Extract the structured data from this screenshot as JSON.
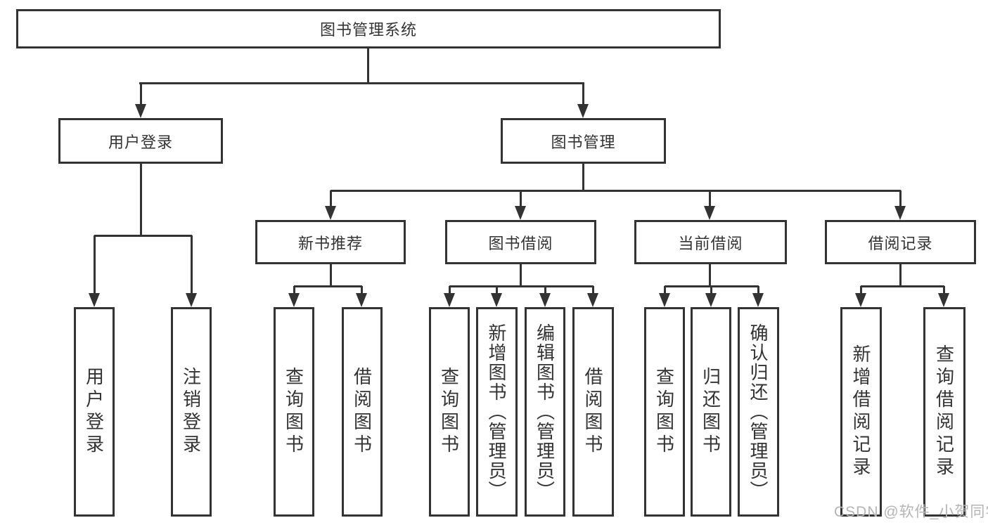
{
  "diagram": {
    "root": {
      "label": "图书管理系统"
    },
    "level2": [
      {
        "label": "用户登录"
      },
      {
        "label": "图书管理"
      }
    ],
    "level3": [
      {
        "label": "新书推荐"
      },
      {
        "label": "图书借阅"
      },
      {
        "label": "当前借阅"
      },
      {
        "label": "借阅记录"
      }
    ],
    "leaves": {
      "user_login": [
        "用户登录",
        "注销登录"
      ],
      "new_book": [
        "查询图书",
        "借阅图书"
      ],
      "book_borrow": [
        "查询图书",
        "新增图书（管理员）",
        "编辑图书（管理员）",
        "借阅图书"
      ],
      "current_borrow": [
        "查询图书",
        "归还图书",
        "确认归还（管理员）"
      ],
      "borrow_record": [
        "新增借阅记录",
        "查询借阅记录"
      ]
    },
    "watermark": "CSDN @软件_小贺同学",
    "colors": {
      "line": "#333333",
      "text": "#333333",
      "box_background": "#ffffff",
      "watermark": "#b5b5b5"
    }
  }
}
